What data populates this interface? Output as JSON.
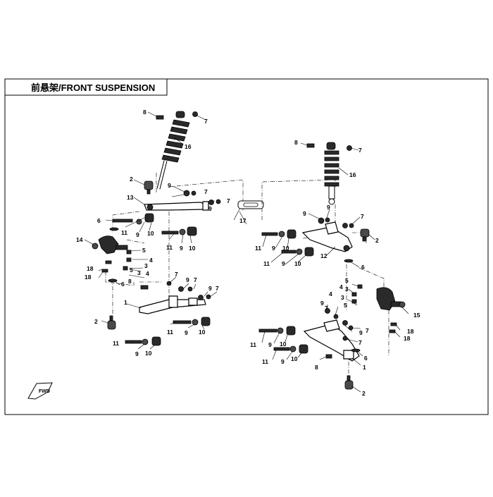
{
  "title": "前悬架/FRONT SUSPENSION",
  "fwd_label": "FWD",
  "callouts": {
    "left": [
      {
        "id": "l8a",
        "text": "8"
      },
      {
        "id": "l7a",
        "text": "7"
      },
      {
        "id": "l16",
        "text": "16"
      },
      {
        "id": "l2a",
        "text": "2"
      },
      {
        "id": "l9a",
        "text": "9"
      },
      {
        "id": "l7b",
        "text": "7"
      },
      {
        "id": "l13",
        "text": "13"
      },
      {
        "id": "l9b",
        "text": "9"
      },
      {
        "id": "l7c",
        "text": "7"
      },
      {
        "id": "l17",
        "text": "17"
      },
      {
        "id": "l6a",
        "text": "6"
      },
      {
        "id": "l11a",
        "text": "11"
      },
      {
        "id": "l9c",
        "text": "9"
      },
      {
        "id": "l10a",
        "text": "10"
      },
      {
        "id": "l11b",
        "text": "11"
      },
      {
        "id": "l9d",
        "text": "9"
      },
      {
        "id": "l10b",
        "text": "10"
      },
      {
        "id": "l14",
        "text": "14"
      },
      {
        "id": "l5a",
        "text": "5"
      },
      {
        "id": "l3a",
        "text": "3"
      },
      {
        "id": "l4a",
        "text": "4"
      },
      {
        "id": "l5b",
        "text": "5"
      },
      {
        "id": "l3b",
        "text": "3"
      },
      {
        "id": "l4b",
        "text": "4"
      },
      {
        "id": "l18a",
        "text": "18"
      },
      {
        "id": "l18b",
        "text": "18"
      },
      {
        "id": "l8b",
        "text": "8"
      },
      {
        "id": "l6b",
        "text": "6"
      },
      {
        "id": "l7d",
        "text": "7"
      },
      {
        "id": "l9e",
        "text": "9"
      },
      {
        "id": "l7e",
        "text": "7"
      },
      {
        "id": "l9f",
        "text": "9"
      },
      {
        "id": "l7f",
        "text": "7"
      },
      {
        "id": "l1",
        "text": "1"
      },
      {
        "id": "l2b",
        "text": "2"
      },
      {
        "id": "l11c",
        "text": "11"
      },
      {
        "id": "l9g",
        "text": "9"
      },
      {
        "id": "l10c",
        "text": "10"
      },
      {
        "id": "l11d",
        "text": "11"
      },
      {
        "id": "l9h",
        "text": "9"
      },
      {
        "id": "l10d",
        "text": "10"
      }
    ],
    "right": [
      {
        "id": "r8a",
        "text": "8"
      },
      {
        "id": "r7a",
        "text": "7"
      },
      {
        "id": "r16",
        "text": "16"
      },
      {
        "id": "r9a",
        "text": "9"
      },
      {
        "id": "r9b",
        "text": "9"
      },
      {
        "id": "r7b",
        "text": "7"
      },
      {
        "id": "r11a",
        "text": "11"
      },
      {
        "id": "r9c",
        "text": "9"
      },
      {
        "id": "r10a",
        "text": "10"
      },
      {
        "id": "r2a",
        "text": "2"
      },
      {
        "id": "r11b",
        "text": "11"
      },
      {
        "id": "r9d",
        "text": "9"
      },
      {
        "id": "r10b",
        "text": "10"
      },
      {
        "id": "r12",
        "text": "12"
      },
      {
        "id": "r6a",
        "text": "6"
      },
      {
        "id": "r5a",
        "text": "5"
      },
      {
        "id": "r4a",
        "text": "4"
      },
      {
        "id": "r3a",
        "text": "3"
      },
      {
        "id": "r5b",
        "text": "5"
      },
      {
        "id": "r4b",
        "text": "4"
      },
      {
        "id": "r3b",
        "text": "3"
      },
      {
        "id": "r15",
        "text": "15"
      },
      {
        "id": "r9e",
        "text": "9"
      },
      {
        "id": "r7c",
        "text": "7"
      },
      {
        "id": "r9f",
        "text": "9"
      },
      {
        "id": "r7d",
        "text": "7"
      },
      {
        "id": "r18a",
        "text": "18"
      },
      {
        "id": "r18b",
        "text": "18"
      },
      {
        "id": "r11c",
        "text": "11"
      },
      {
        "id": "r9g",
        "text": "9"
      },
      {
        "id": "r10c",
        "text": "10"
      },
      {
        "id": "r7e",
        "text": "7"
      },
      {
        "id": "r11d",
        "text": "11"
      },
      {
        "id": "r9h",
        "text": "9"
      },
      {
        "id": "r10d",
        "text": "10"
      },
      {
        "id": "r6b",
        "text": "6"
      },
      {
        "id": "r8b",
        "text": "8"
      },
      {
        "id": "r1",
        "text": "1"
      },
      {
        "id": "r2b",
        "text": "2"
      }
    ]
  }
}
